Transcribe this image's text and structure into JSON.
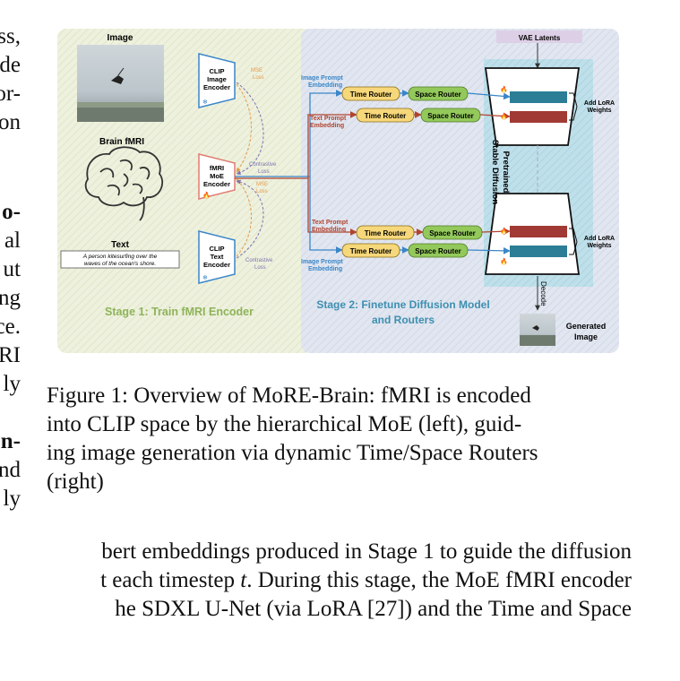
{
  "left_column_fragments": [
    "ss,",
    "de",
    "or-",
    "on",
    "o-",
    "al",
    "ut",
    "ng",
    "ce.",
    "RI",
    "ly",
    "n-",
    "nd",
    "ly"
  ],
  "figure": {
    "stage1": {
      "image_label": "Image",
      "brain_label": "Brain fMRI",
      "text_label": "Text",
      "text_caption_line1": "A person kitesurfing over the",
      "text_caption_line2": "waves of the ocean's shore.",
      "clip_image_encoder": [
        "CLIP",
        "Image",
        "Encoder"
      ],
      "fmri_moe_encoder": [
        "fMRI",
        "MoE",
        "Encoder"
      ],
      "clip_text_encoder": [
        "CLIP",
        "Text",
        "Encoder"
      ],
      "mse_loss_1": [
        "MSE",
        "Loss"
      ],
      "contrastive_loss_1": [
        "Contrastive",
        "Loss"
      ],
      "mse_loss_2": [
        "MSE",
        "Loss"
      ],
      "contrastive_loss_2": [
        "Contrastive",
        "Loss"
      ],
      "title": "Stage 1: Train fMRI Encoder"
    },
    "stage2": {
      "vae_latents": "VAE Latents",
      "image_prompt_embedding_top": [
        "Image Prompt",
        "Embedding"
      ],
      "text_prompt_embedding_top": [
        "Text Prompt",
        "Embedding"
      ],
      "text_prompt_embedding_bottom": [
        "Text Prompt",
        "Embedding"
      ],
      "image_prompt_embedding_bottom": [
        "Image Prompt",
        "Embedding"
      ],
      "time_router": "Time Router",
      "space_router": "Space Router",
      "add_lora_top": [
        "Add LoRA",
        "Weights"
      ],
      "add_lora_bottom": [
        "Add LoRA",
        "Weights"
      ],
      "pretrained_sd": [
        "Pretrained",
        "Stable Diffusion"
      ],
      "decode": "Decode",
      "generated_image": [
        "Generated",
        "Image"
      ],
      "title_line1": "Stage 2: Finetune Diffusion Model",
      "title_line2": "and Routers"
    },
    "colors": {
      "stage1_bg": "#ecefd9",
      "stage2_bg": "#dde3ee",
      "sd_bg": "#b9dbe6",
      "time_router": "#f6d77a",
      "space_router": "#93c95b",
      "teal_block": "#2b7e95",
      "red_block": "#a13a34",
      "stage1_title": "#8fb35a",
      "stage2_title": "#3e8fb0",
      "prompt_blue": "#3a86c8",
      "prompt_red": "#b0442f"
    }
  },
  "caption": {
    "lines": [
      "Figure 1: Overview of MoRE-Brain: fMRI is encoded",
      "into CLIP space by the hierarchical MoE (left), guid-",
      "ing image generation via dynamic Time/Space Routers",
      "(right)"
    ]
  },
  "body_lines": [
    "bert embeddings produced in Stage 1 to guide the diffusion",
    "t each timestep",
    "t",
    ". During this stage, the MoE fMRI encoder",
    "he SDXL U-Net (via LoRA [27]) and the Time and Space"
  ]
}
